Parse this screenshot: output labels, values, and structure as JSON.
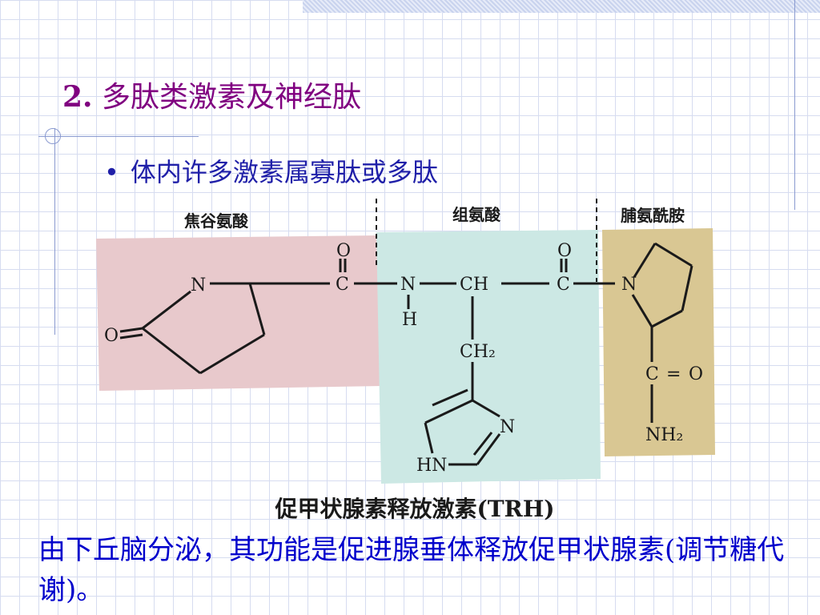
{
  "title": {
    "number": "2.",
    "text": "多肽类激素及神经肽"
  },
  "bullet": {
    "symbol": "•",
    "text": "体内许多激素属寡肽或多肽"
  },
  "diagram": {
    "regions": [
      {
        "label": "焦谷氨酸",
        "color": "#e8c9cc"
      },
      {
        "label": "组氨酸",
        "color": "#cce8e4"
      },
      {
        "label": "脯氨酰胺",
        "color": "#d9c793"
      }
    ],
    "atoms": {
      "pyro_N": "N",
      "pyro_O": "O",
      "carbonyl1_O": "O",
      "carbonyl1_C": "C",
      "amide_N": "N",
      "amide_H": "H",
      "alpha_CH": "CH",
      "methylene": "CH₂",
      "carbonyl2_O": "O",
      "carbonyl2_C": "C",
      "ring_N": "N",
      "imidazole_N": "N",
      "imidazole_HN": "HN",
      "pro_N": "N",
      "amide_C": "C",
      "amide_eq": "=",
      "amide_O": "O",
      "amide_NH2": "NH₂"
    },
    "caption": "促甲状腺素释放激素(TRH)"
  },
  "description": {
    "part1": "由下丘脑分泌，其功能是促进腺垂体释放促甲状腺素",
    "open_paren": "(",
    "part2": "调节糖代谢",
    "close_paren": ")",
    "end": "。"
  }
}
